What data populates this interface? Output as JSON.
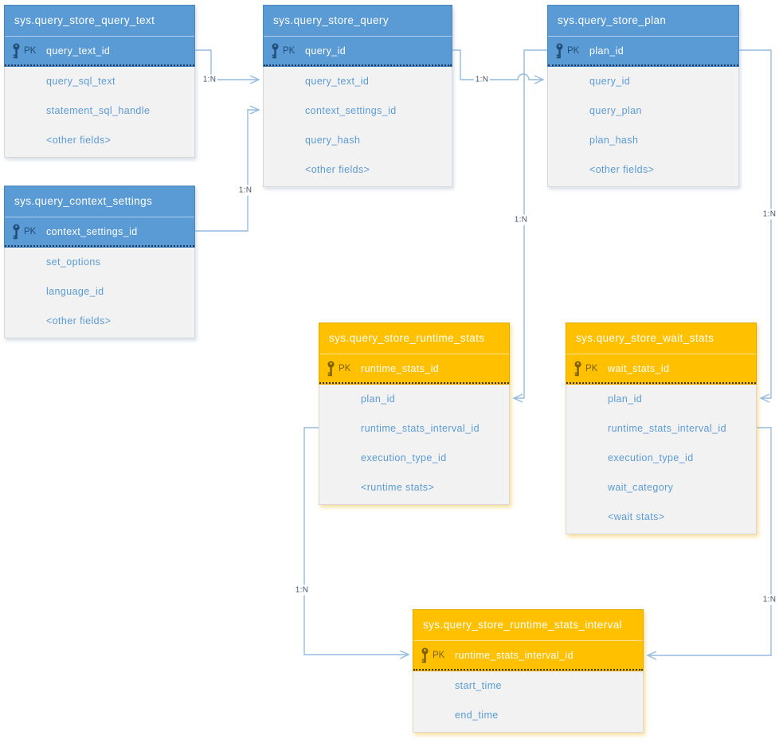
{
  "diagram_type": "entity-relationship",
  "colors": {
    "blue_fill": "#5b9bd5",
    "blue_border": "#4a86bd",
    "blue_dark": "#1f4e79",
    "orange_fill": "#ffc000",
    "orange_border": "#dfa900",
    "orange_dark": "#7f6000",
    "body_fill": "#f2f2f2",
    "field_text": "#5b9bd5",
    "connector": "#94bbe0",
    "relation_label_text": "#44546a"
  },
  "tables": [
    {
      "name": "sys.query_store_query_text",
      "pk_label": "PK",
      "pk_field": "query_text_id",
      "fields": [
        "query_sql_text",
        "statement_sql_handle",
        "<other fields>"
      ],
      "theme": "blue"
    },
    {
      "name": "sys.query_store_query",
      "pk_label": "PK",
      "pk_field": "query_id",
      "fields": [
        "query_text_id",
        "context_settings_id",
        "query_hash",
        "<other fields>"
      ],
      "theme": "blue"
    },
    {
      "name": "sys.query_store_plan",
      "pk_label": "PK",
      "pk_field": "plan_id",
      "fields": [
        "query_id",
        "query_plan",
        "plan_hash",
        "<other fields>"
      ],
      "theme": "blue"
    },
    {
      "name": "sys.query_context_settings",
      "pk_label": "PK",
      "pk_field": "context_settings_id",
      "fields": [
        "set_options",
        "language_id",
        "<other fields>"
      ],
      "theme": "blue"
    },
    {
      "name": "sys.query_store_runtime_stats",
      "pk_label": "PK",
      "pk_field": "runtime_stats_id",
      "fields": [
        "plan_id",
        "runtime_stats_interval_id",
        "execution_type_id",
        "<runtime stats>"
      ],
      "theme": "orange"
    },
    {
      "name": "sys.query_store_wait_stats",
      "pk_label": "PK",
      "pk_field": "wait_stats_id",
      "fields": [
        "plan_id",
        "runtime_stats_interval_id",
        "execution_type_id",
        "wait_category",
        "<wait stats>"
      ],
      "theme": "orange"
    },
    {
      "name": "sys.query_store_runtime_stats_interval",
      "pk_label": "PK",
      "pk_field": "runtime_stats_interval_id",
      "fields": [
        "start_time",
        "end_time"
      ],
      "theme": "orange"
    }
  ],
  "connectors": [
    {
      "label": "1:N",
      "from": "sys.query_store_query_text.query_text_id",
      "to": "sys.query_store_query.query_text_id"
    },
    {
      "label": "1:N",
      "from": "sys.query_context_settings.context_settings_id",
      "to": "sys.query_store_query.context_settings_id"
    },
    {
      "label": "1:N",
      "from": "sys.query_store_query.query_id",
      "to": "sys.query_store_plan.query_id"
    },
    {
      "label": "1:N",
      "from": "sys.query_store_plan.plan_id",
      "to": "sys.query_store_runtime_stats.plan_id"
    },
    {
      "label": "1:N",
      "from": "sys.query_store_plan.plan_id",
      "to": "sys.query_store_wait_stats.plan_id"
    },
    {
      "label": "1:N",
      "from": "sys.query_store_runtime_stats.runtime_stats_interval_id",
      "to": "sys.query_store_runtime_stats_interval.runtime_stats_interval_id"
    },
    {
      "label": "1:N",
      "from": "sys.query_store_wait_stats.runtime_stats_interval_id",
      "to": "sys.query_store_runtime_stats_interval.runtime_stats_interval_id"
    }
  ]
}
